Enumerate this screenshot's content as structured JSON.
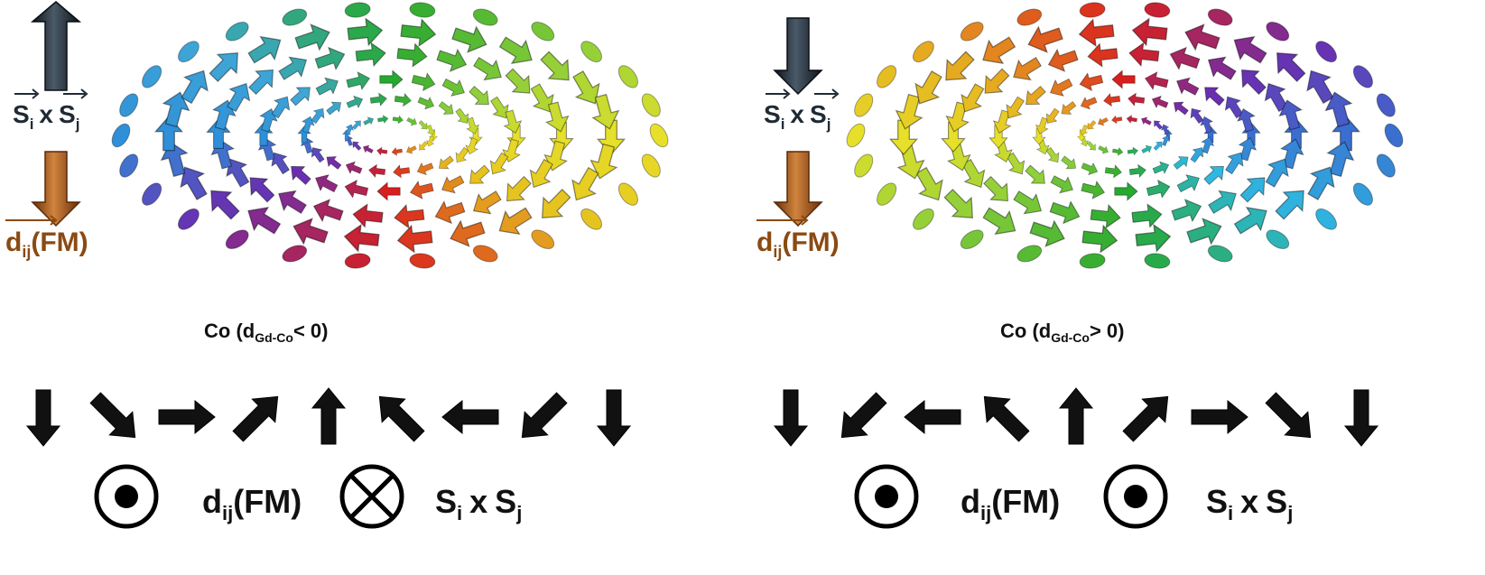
{
  "panels": [
    {
      "id": "left",
      "caption_main": "Co (d",
      "caption_sub": "Gd-Co",
      "caption_tail": "< 0)",
      "legend_top_main": "S",
      "legend_top_sub_i": "i",
      "legend_top_x": "x",
      "legend_top_main2": "S",
      "legend_top_sub_j": "j",
      "legend_bottom_main": "d",
      "legend_bottom_sub": "ij",
      "legend_bottom_tail": "(FM)",
      "legend_top_direction": "up",
      "legend_bottom_direction": "down",
      "chain_angles_deg": [
        180,
        135,
        90,
        45,
        0,
        -45,
        -90,
        -135,
        180
      ],
      "sym1_type": "dot",
      "sym1_label_main": "d",
      "sym1_label_sub": "ij",
      "sym1_label_tail": "(FM)",
      "sym2_type": "cross",
      "sym2_label_main1": "S",
      "sym2_label_sub1": "i",
      "sym2_label_x": "x",
      "sym2_label_main2": "S",
      "sym2_label_sub2": "j",
      "skyrmion_colors_top_to_bottom": [
        "#27a830",
        "#8fcf3a",
        "#e6e02a",
        "#2f8fd8",
        "#6a2fb0",
        "#d81e1e"
      ]
    },
    {
      "id": "right",
      "caption_main": "Co (d",
      "caption_sub": "Gd-Co",
      "caption_tail": "> 0)",
      "legend_top_main": "S",
      "legend_top_sub_i": "i",
      "legend_top_x": "x",
      "legend_top_main2": "S",
      "legend_top_sub_j": "j",
      "legend_bottom_main": "d",
      "legend_bottom_sub": "ij",
      "legend_bottom_tail": "(FM)",
      "legend_top_direction": "down",
      "legend_bottom_direction": "down",
      "chain_angles_deg": [
        180,
        -135,
        -90,
        -45,
        0,
        45,
        90,
        135,
        180
      ],
      "sym1_type": "dot",
      "sym1_label_main": "d",
      "sym1_label_sub": "ij",
      "sym1_label_tail": "(FM)",
      "sym2_type": "dot",
      "sym2_label_main1": "S",
      "sym2_label_sub1": "i",
      "sym2_label_x": "x",
      "sym2_label_main2": "S",
      "sym2_label_sub2": "j",
      "skyrmion_colors_top_to_bottom": [
        "#d81e1e",
        "#6a2fb0",
        "#2f8fd8",
        "#e6e02a",
        "#8fcf3a",
        "#27a830"
      ]
    }
  ],
  "colors": {
    "ink": "#111111",
    "spin_arrow_dark": "#1f2a35",
    "dmi_arrow_brown": "#9b4f17",
    "dmi_text_brown": "#8a4a12"
  }
}
